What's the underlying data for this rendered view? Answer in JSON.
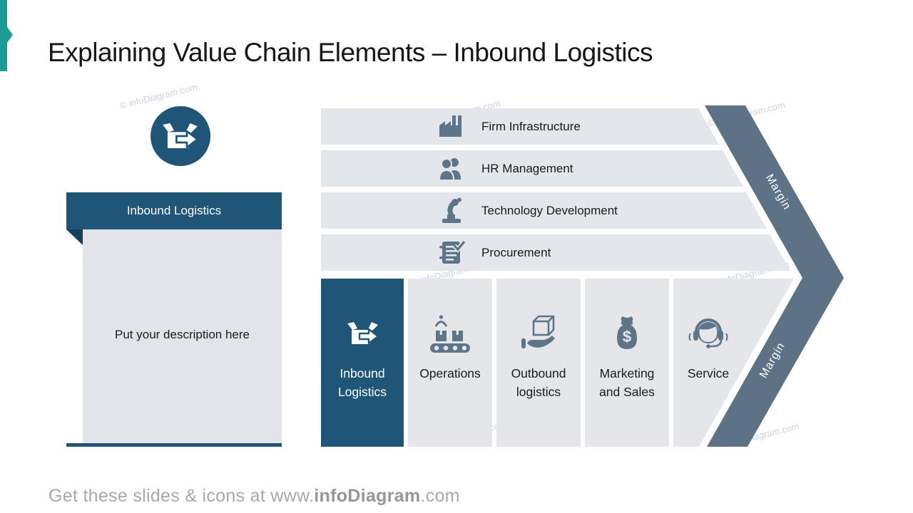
{
  "slide": {
    "title": "Explaining Value Chain Elements – Inbound Logistics",
    "watermark": "© infoDiagram.com",
    "footer": {
      "prefix": "Get these slides & icons at www.",
      "brand": "infoDiagram",
      "suffix": ".com"
    }
  },
  "detail_panel": {
    "header": "Inbound Logistics",
    "description_placeholder": "Put your description here",
    "icon": "open-box-arrow-icon"
  },
  "value_chain": {
    "support_activities": [
      {
        "label": "Firm Infrastructure",
        "icon": "factory-icon"
      },
      {
        "label": "HR Management",
        "icon": "hr-people-icon"
      },
      {
        "label": "Technology Development",
        "icon": "robot-arm-icon"
      },
      {
        "label": "Procurement",
        "icon": "procurement-checklist-icon"
      }
    ],
    "primary_activities": [
      {
        "label": "Inbound Logistics",
        "lines": [
          "Inbound",
          "Logistics"
        ],
        "icon": "open-box-arrow-icon",
        "selected": true
      },
      {
        "label": "Operations",
        "lines": [
          "Operations"
        ],
        "icon": "conveyor-belt-icon",
        "selected": false
      },
      {
        "label": "Outbound logistics",
        "lines": [
          "Outbound",
          "logistics"
        ],
        "icon": "hand-box-icon",
        "selected": false
      },
      {
        "label": "Marketing and Sales",
        "lines": [
          "Marketing",
          "and Sales"
        ],
        "icon": "money-bag-icon",
        "selected": false
      },
      {
        "label": "Service",
        "lines": [
          "Service"
        ],
        "icon": "headset-agent-icon",
        "selected": false
      }
    ],
    "margin_label_top": "Margin",
    "margin_label_bottom": "Margin"
  },
  "colors": {
    "accent_teal": "#199C94",
    "primary_blue": "#1F5577",
    "fold_blue": "#15405E",
    "slate": "#5E7286",
    "row_gray": "#E3E6EA",
    "column_gray": "#E4E6EA",
    "panel_gray": "#E2E4E9",
    "footer_gray": "#A8A8A8",
    "watermark_gray": "#BDC7D8"
  }
}
